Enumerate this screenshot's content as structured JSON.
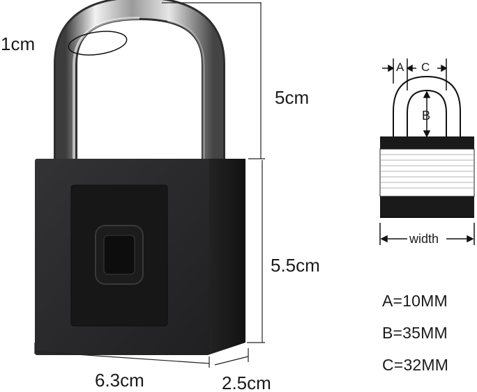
{
  "dimensions": {
    "shackle_thickness": "1cm",
    "shackle_height": "5cm",
    "body_height": "5.5cm",
    "body_width": "6.3cm",
    "body_depth": "2.5cm"
  },
  "schematic": {
    "label_a": "A",
    "label_b": "B",
    "label_c": "C",
    "label_width": "width"
  },
  "specs": {
    "a": "A=10MM",
    "b": "B=35MM",
    "c": "C=32MM"
  },
  "colors": {
    "lock_body": "#2a2a2c",
    "lock_side": "#1b1b1c",
    "sensor_panel": "#161617",
    "shackle": "#c9c9c9"
  }
}
